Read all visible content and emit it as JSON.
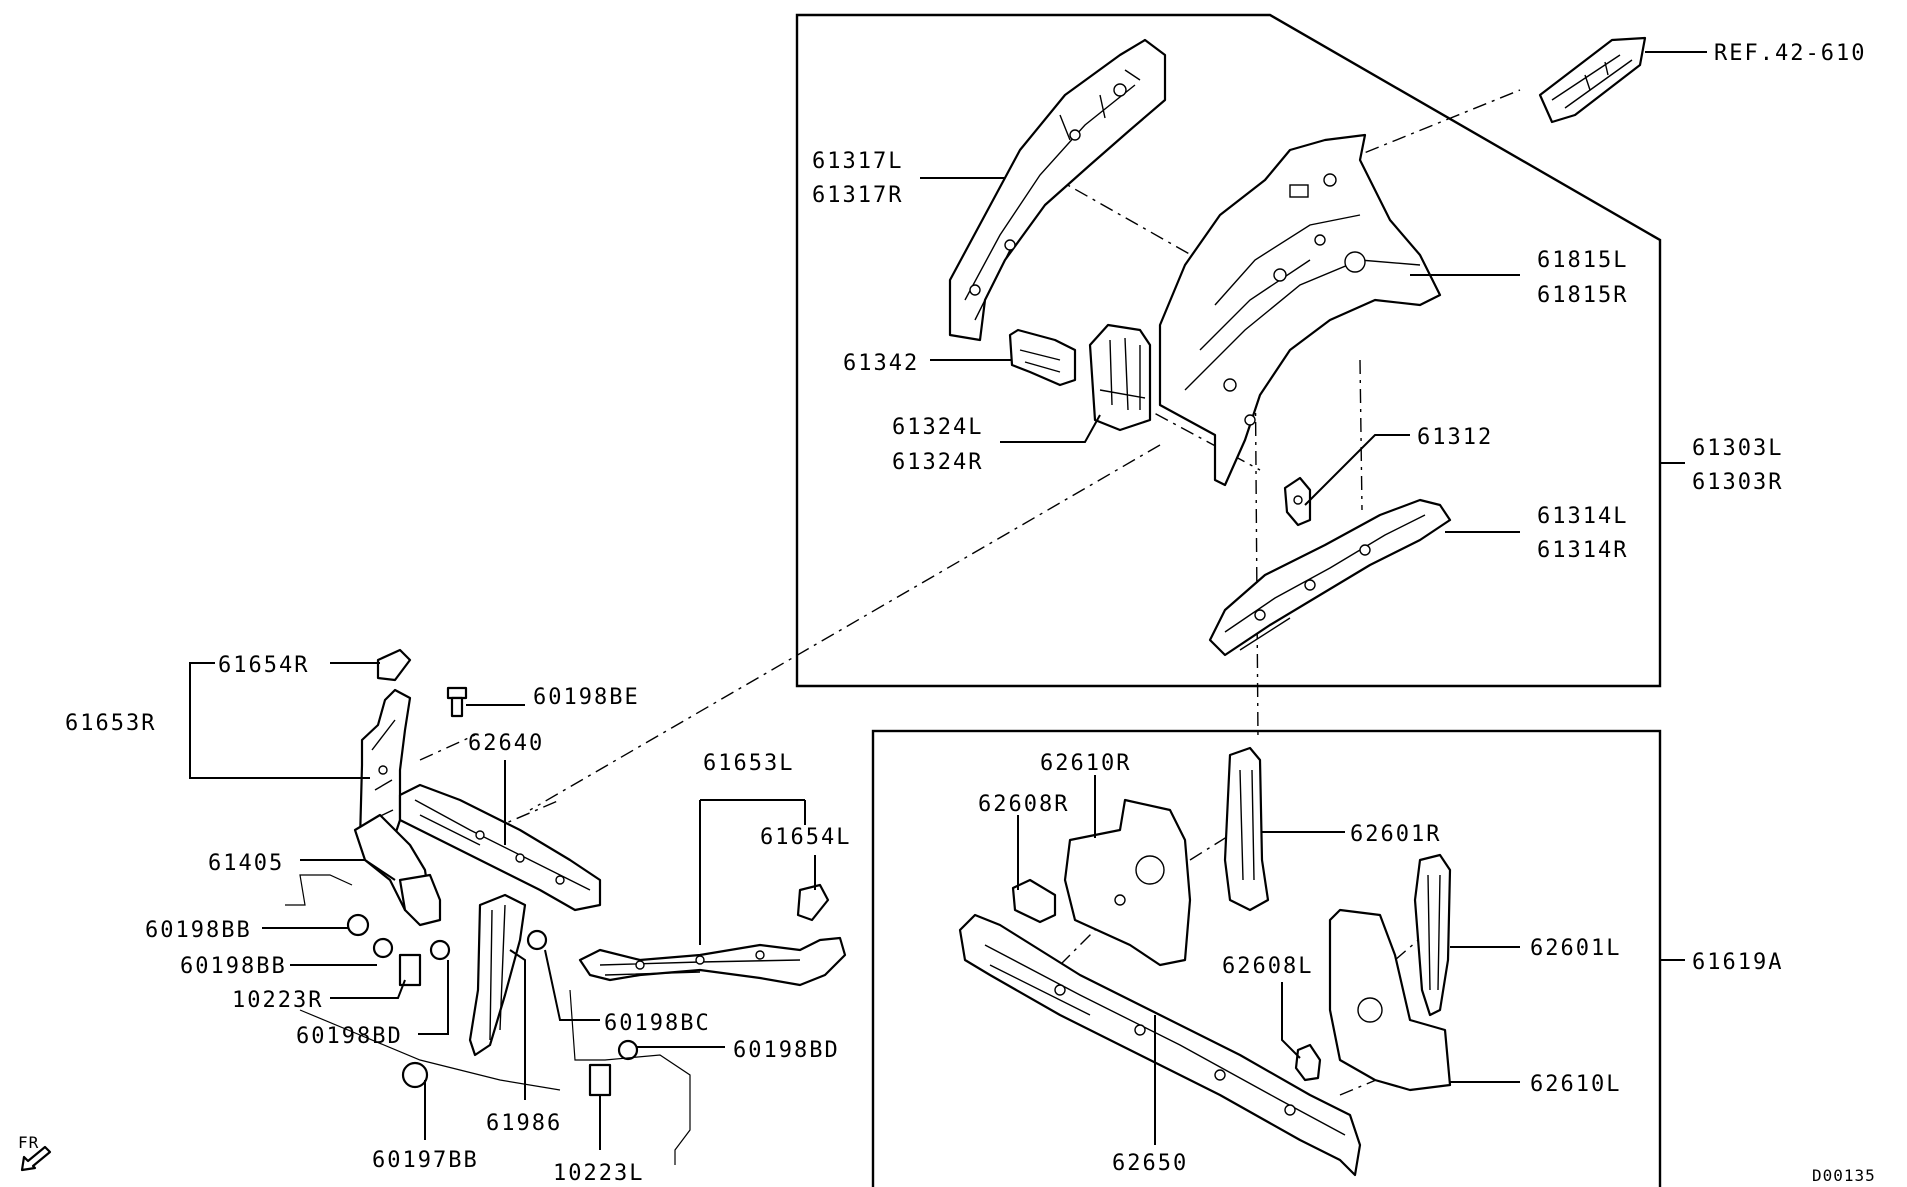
{
  "diagram": {
    "callouts": {
      "ref_42_610": "REF.42-610",
      "p61317l": "61317L",
      "p61317r": "61317R",
      "p61815l": "61815L",
      "p61815r": "61815R",
      "p61342": "61342",
      "p61324l": "61324L",
      "p61324r": "61324R",
      "p61312": "61312",
      "p61303l": "61303L",
      "p61303r": "61303R",
      "p61314l": "61314L",
      "p61314r": "61314R",
      "p61654r": "61654R",
      "p60198be": "60198BE",
      "p61653r": "61653R",
      "p62640": "62640",
      "p61653l": "61653L",
      "p61654l": "61654L",
      "p61405": "61405",
      "p60198bb_1": "60198BB",
      "p60198bb_2": "60198BB",
      "p10223r": "10223R",
      "p60198bd_1": "60198BD",
      "p60198bc": "60198BC",
      "p60198bd_2": "60198BD",
      "p61986": "61986",
      "p60197bb": "60197BB",
      "p10223l": "10223L",
      "p62610r": "62610R",
      "p62608r": "62608R",
      "p62601r": "62601R",
      "p62601l": "62601L",
      "p61619a": "61619A",
      "p62608l": "62608L",
      "p62610l": "62610L",
      "p62650": "62650"
    },
    "direction_marker": "FR",
    "drawing_code": "D00135"
  }
}
